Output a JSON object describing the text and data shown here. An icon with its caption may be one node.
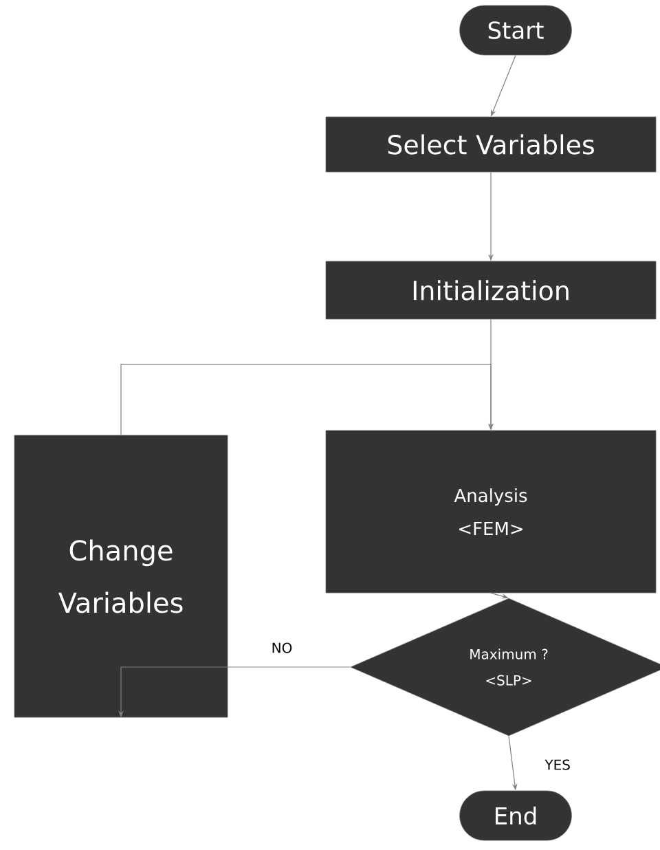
{
  "diagram": {
    "nodes": [
      {
        "text": [
          "Start"
        ]
      },
      {
        "text": [
          "Select Variables"
        ]
      },
      {
        "text": [
          "Initialization"
        ]
      },
      {
        "text": [
          "Change Variables"
        ]
      },
      {
        "text": [
          "Analysis",
          "<FEM>"
        ]
      },
      {
        "text": [
          "Maximum ?",
          "<SLP>"
        ]
      },
      {
        "text": [
          "End"
        ]
      }
    ],
    "edges": [
      {
        "from": 0,
        "to": 1,
        "arrow": "to"
      },
      {
        "from": 1,
        "to": 2,
        "arrow": "to"
      },
      {
        "from": 2,
        "to": 4,
        "arrow": "to"
      },
      {
        "from": 4,
        "to": 5,
        "arrow": "to"
      },
      {
        "from": 5,
        "to": 3,
        "arrow": "to",
        "label": "NO"
      },
      {
        "from": 3,
        "to": 4,
        "arrow": "to"
      },
      {
        "from": 5,
        "to": 6,
        "arrow": "to",
        "label": "YES"
      }
    ]
  }
}
